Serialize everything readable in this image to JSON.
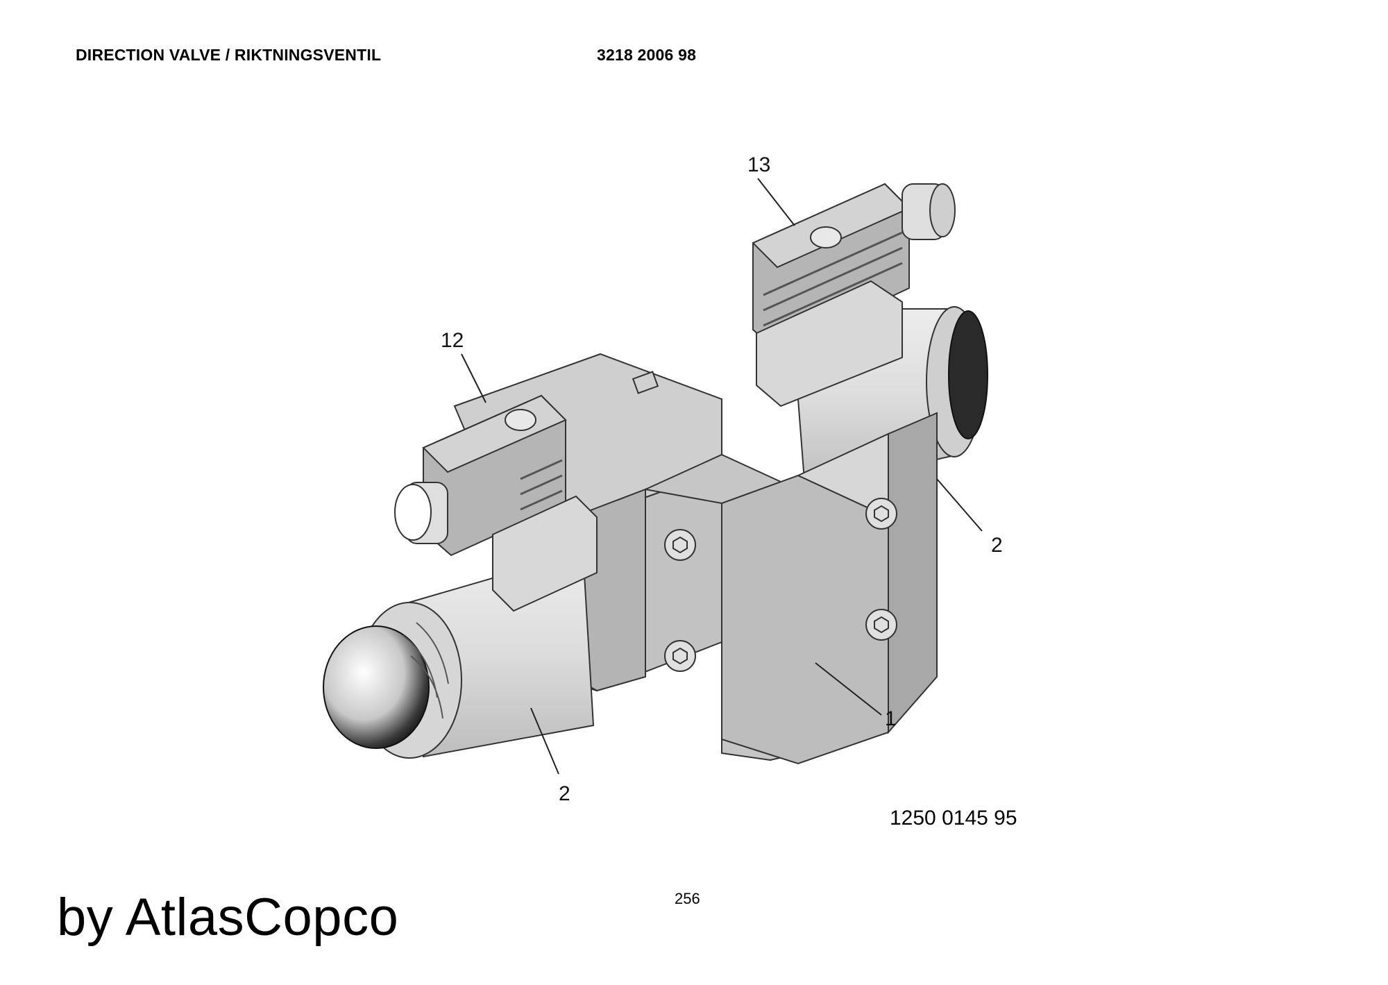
{
  "header": {
    "title": "DIRECTION VALVE / RIKTNINGSVENTIL",
    "part_number": "3218 2006 98"
  },
  "drawing": {
    "drawing_number": "1250 0145 95",
    "callouts": {
      "body": "1",
      "solenoid_front": "2",
      "solenoid_rear": "2",
      "connector_left": "12",
      "connector_right": "13"
    }
  },
  "footer": {
    "page_number": "256",
    "brand": "by AtlasCopco"
  }
}
